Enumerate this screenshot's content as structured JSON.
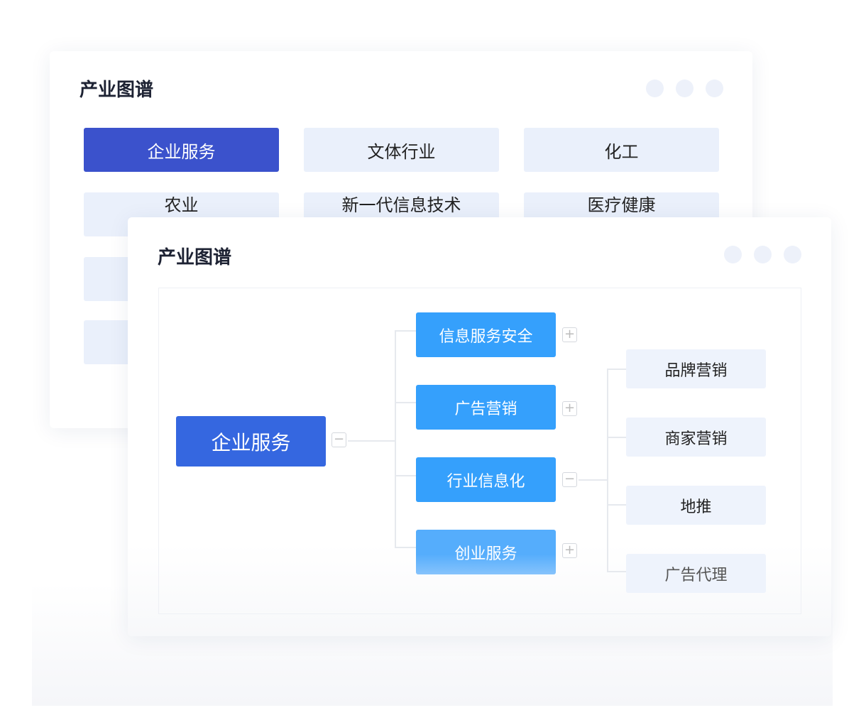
{
  "back_card": {
    "title": "产业图谱",
    "tags": [
      "企业服务",
      "文体行业",
      "化工",
      "农业",
      "新一代信息技术",
      "医疗健康"
    ]
  },
  "front_card": {
    "title": "产业图谱",
    "root": "企业服务",
    "children": [
      "信息服务安全",
      "广告营销",
      "行业信息化",
      "创业服务"
    ],
    "grandchildren": [
      "品牌营销",
      "商家营销",
      "地推",
      "广告代理"
    ],
    "toggle_plus": "+",
    "toggle_minus": "−"
  }
}
